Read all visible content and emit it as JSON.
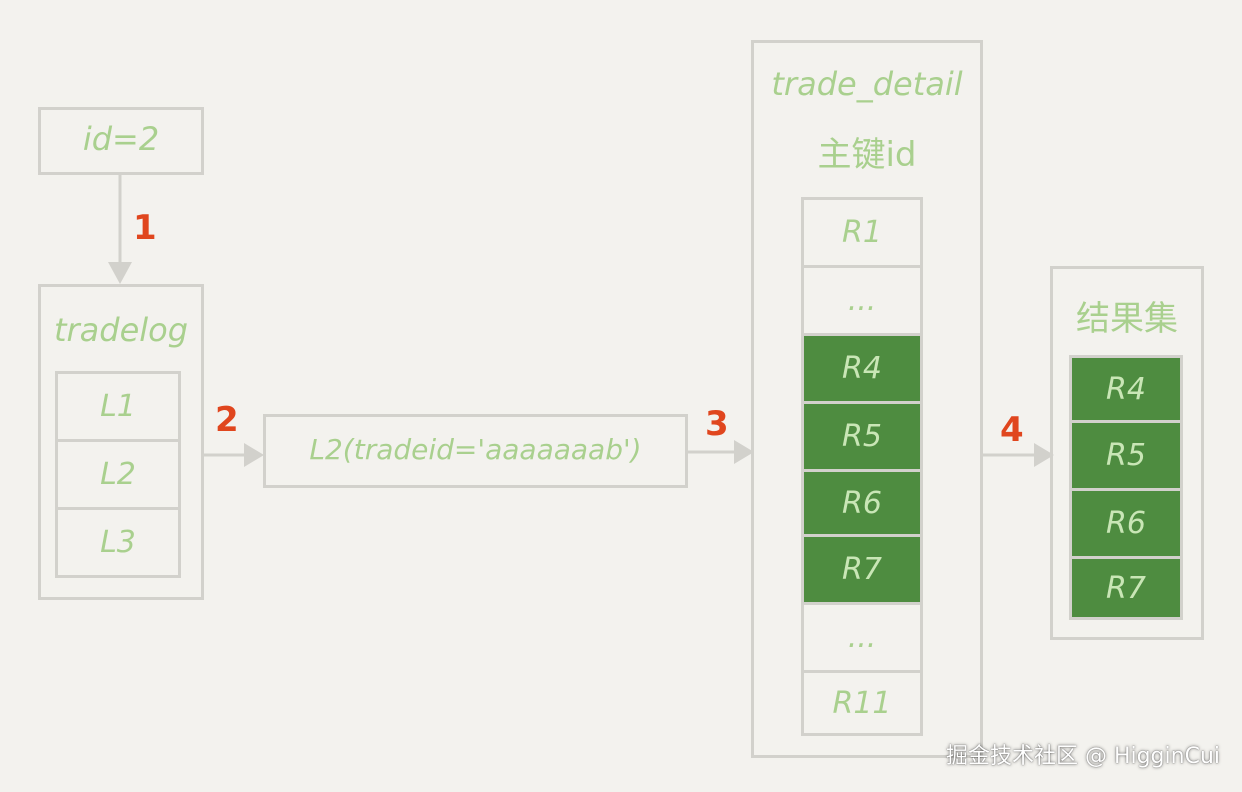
{
  "query": {
    "label": "id=2"
  },
  "tradelog": {
    "title": "tradelog",
    "rows": [
      "L1",
      "L2",
      "L3"
    ]
  },
  "lookup": {
    "label": "L2(tradeid='aaaaaaab')"
  },
  "trade_detail": {
    "title": "trade_detail",
    "subtitle": "主键id",
    "rows": [
      "R1",
      "...",
      "R4",
      "R5",
      "R6",
      "R7",
      "...",
      "R11"
    ]
  },
  "result": {
    "title": "结果集",
    "rows": [
      "R4",
      "R5",
      "R6",
      "R7"
    ]
  },
  "steps": [
    "1",
    "2",
    "3",
    "4"
  ],
  "colors": {
    "background": "#f3f2ee",
    "border": "#d2d1cc",
    "text_green": "#a9d08e",
    "highlight_fill": "#4e8c40",
    "step_red": "#e0461e"
  },
  "watermark": "掘金技术社区 @ HigginCui"
}
